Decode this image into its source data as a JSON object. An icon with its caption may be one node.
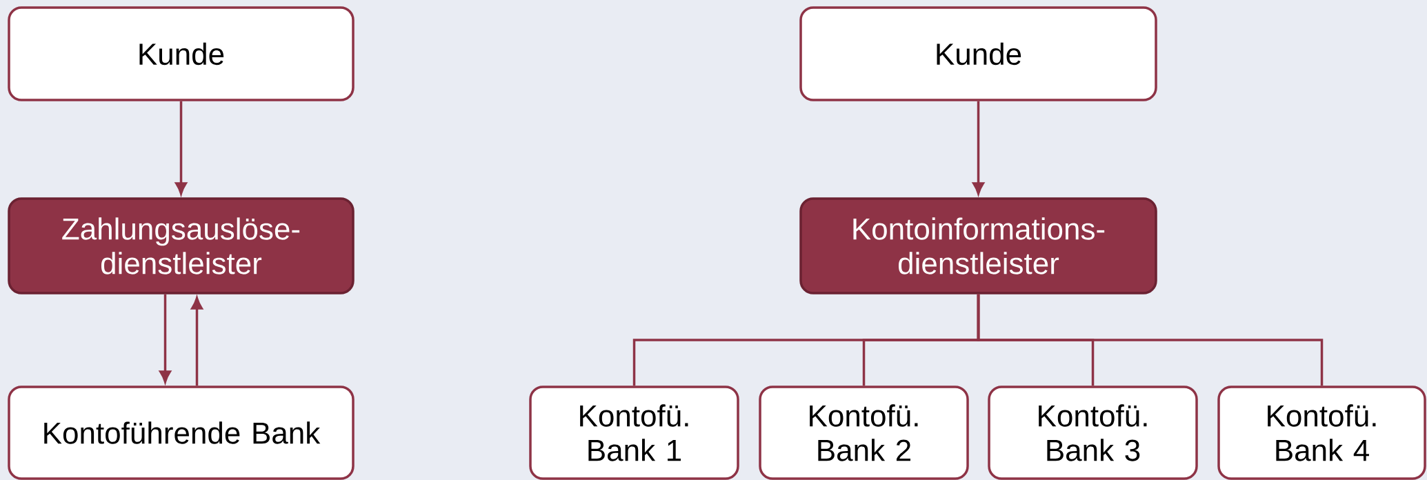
{
  "diagram": {
    "nodes": [
      {
        "text": [
          "Kunde"
        ]
      },
      {
        "text": [
          "Zahlungsauslöse- dienstleister"
        ]
      },
      {
        "text": [
          "Kontoführende Bank"
        ]
      },
      {
        "text": [
          "Kunde"
        ]
      },
      {
        "text": [
          "Kontoinformations- dienstleister"
        ]
      },
      {
        "text": [
          "Kontofü. Bank 1"
        ]
      },
      {
        "text": [
          "Kontofü. Bank 2"
        ]
      },
      {
        "text": [
          "Kontofü. Bank 3"
        ]
      },
      {
        "text": [
          "Kontofü. Bank 4"
        ]
      }
    ],
    "edges": [
      {
        "from": 0,
        "to": 1,
        "arrow": "to"
      },
      {
        "from": 1,
        "to": 2,
        "arrow": "to"
      },
      {
        "from": 2,
        "to": 1,
        "arrow": "to"
      },
      {
        "from": 3,
        "to": 4,
        "arrow": "to"
      },
      {
        "from": 4,
        "to": 5,
        "arrow": "none"
      },
      {
        "from": 4,
        "to": 6,
        "arrow": "none"
      },
      {
        "from": 4,
        "to": 7,
        "arrow": "none"
      },
      {
        "from": 4,
        "to": 8,
        "arrow": "none"
      }
    ]
  }
}
